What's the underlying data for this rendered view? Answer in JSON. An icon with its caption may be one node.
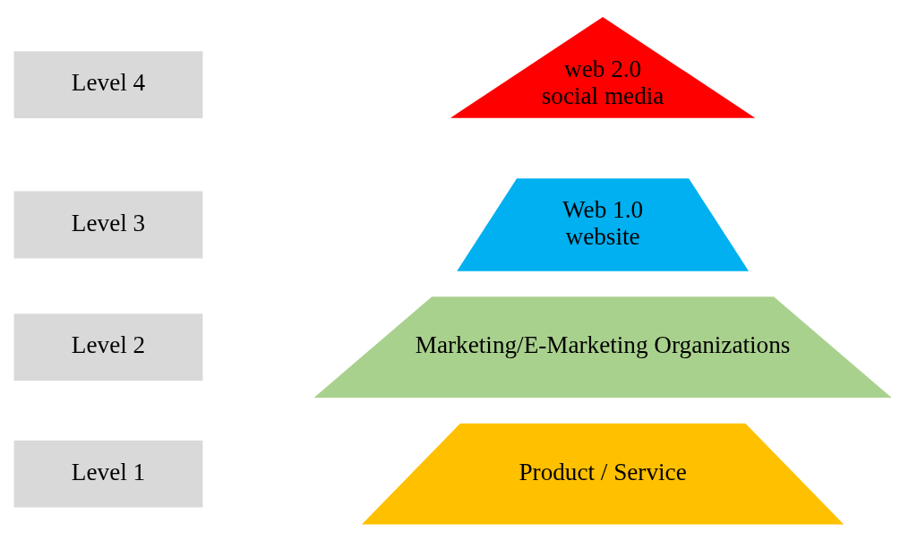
{
  "diagram": {
    "nodes": [
      {
        "text": [
          "Level 4"
        ]
      },
      {
        "text": [
          "web 2.0 social media"
        ]
      },
      {
        "text": [
          "Level 3"
        ]
      },
      {
        "text": [
          "Web 1.0 website"
        ]
      },
      {
        "text": [
          "Level 2"
        ]
      },
      {
        "text": [
          "Marketing/E-Marketing Organizations"
        ]
      },
      {
        "text": [
          "Level 1"
        ]
      },
      {
        "text": [
          "Product / Service"
        ]
      }
    ]
  }
}
